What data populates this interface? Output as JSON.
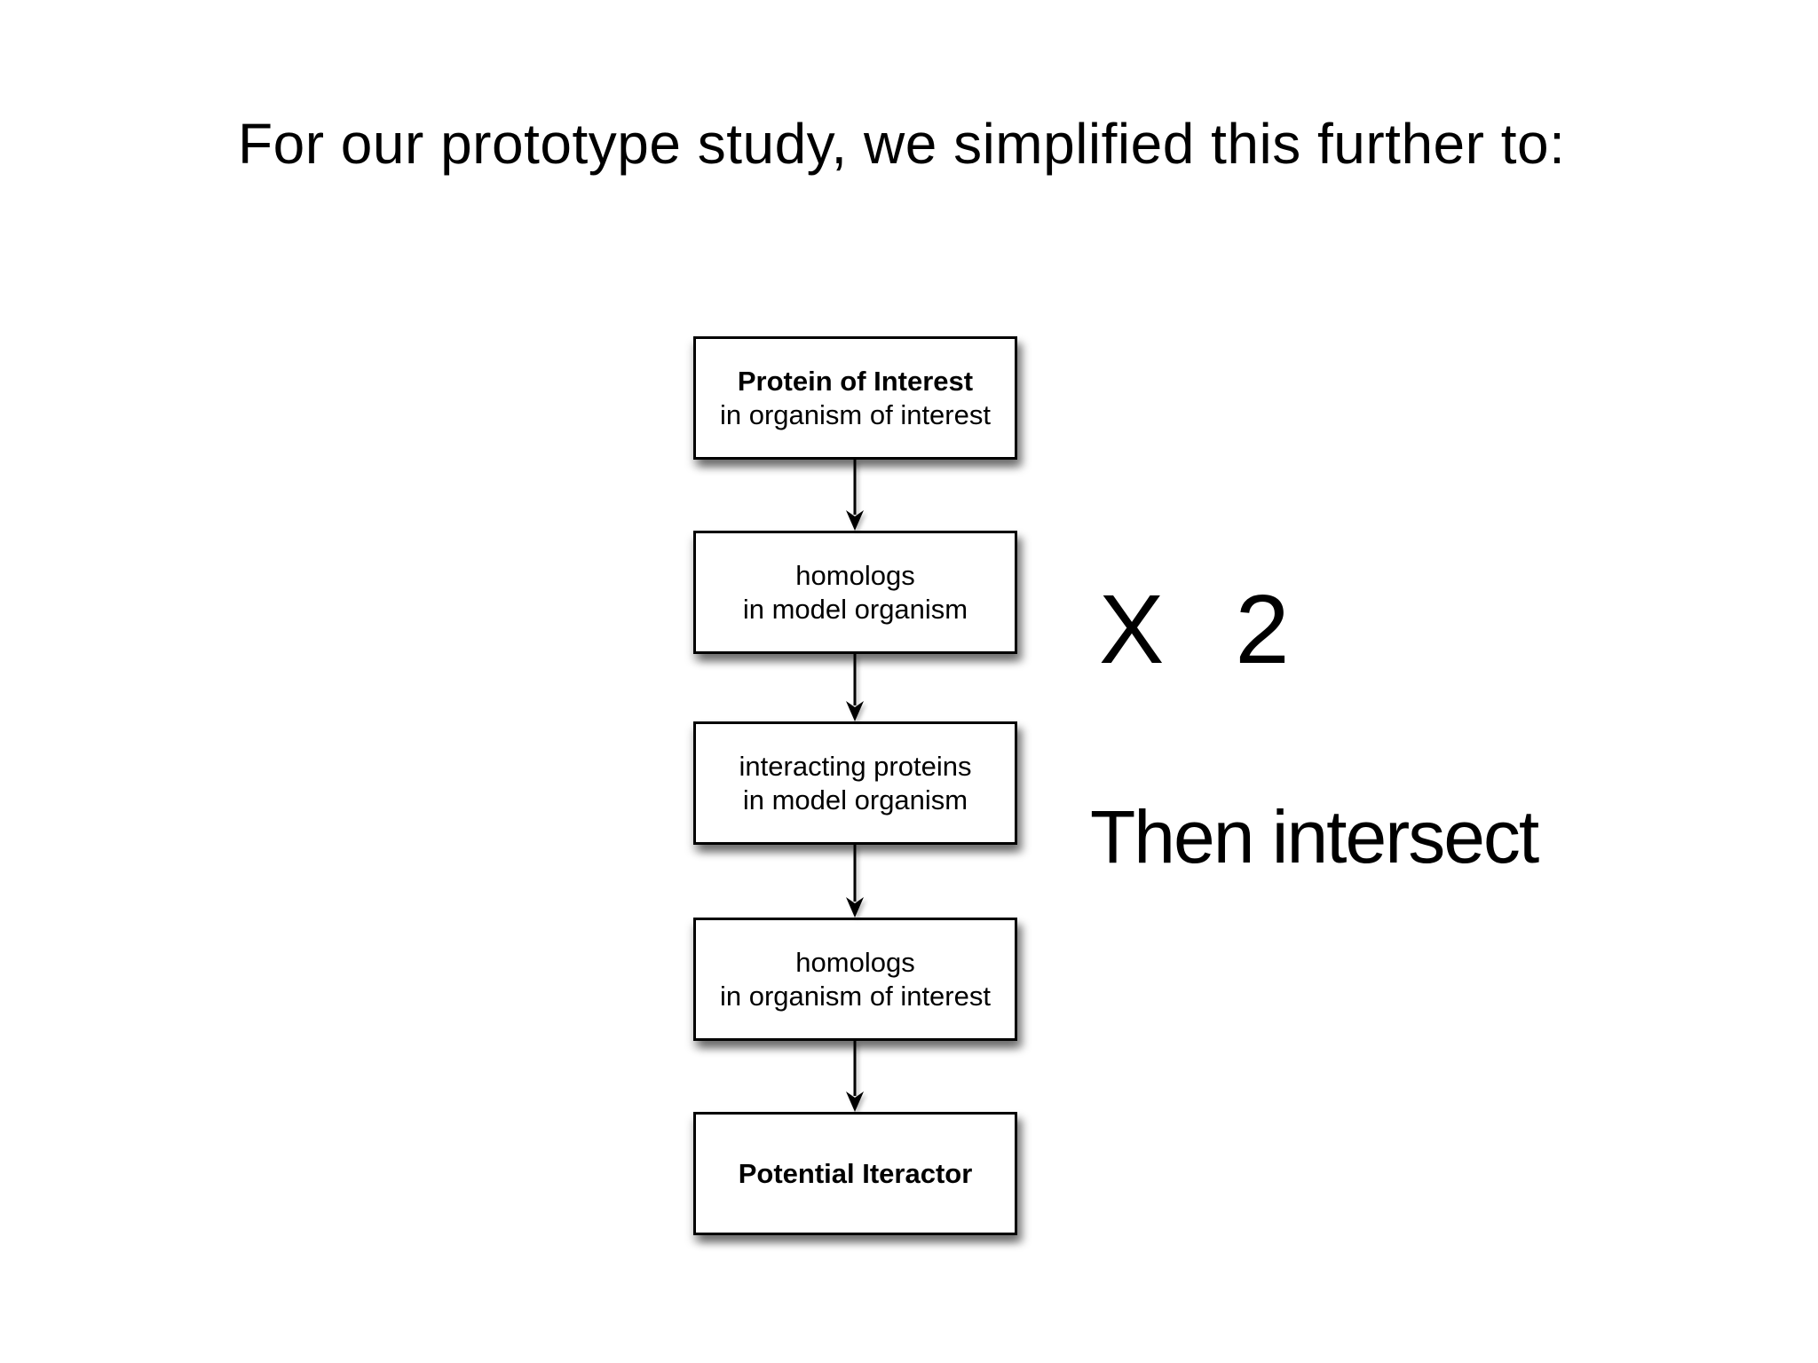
{
  "page": {
    "background": "#ffffff",
    "text_color": "#000000"
  },
  "title": "For our prototype study, we simplified this further to:",
  "flowchart": {
    "style": {
      "box_fill": "#ffffff",
      "box_border_color": "#000000",
      "arrow_color": "#000000",
      "shadow_color": "rgba(0,0,0,0.45)"
    },
    "nodes": [
      {
        "line1": "Protein of Interest",
        "line2": "in organism of interest"
      },
      {
        "line1": "homologs",
        "line2": "in model organism"
      },
      {
        "line1": "interacting proteins",
        "line2": "in model organism"
      },
      {
        "line1": "homologs",
        "line2": "in organism of interest"
      },
      {
        "line1": "Potential Iteractor",
        "line2": ""
      }
    ]
  },
  "annotations": {
    "times_two": "X 2",
    "then_intersect": "Then intersect"
  }
}
